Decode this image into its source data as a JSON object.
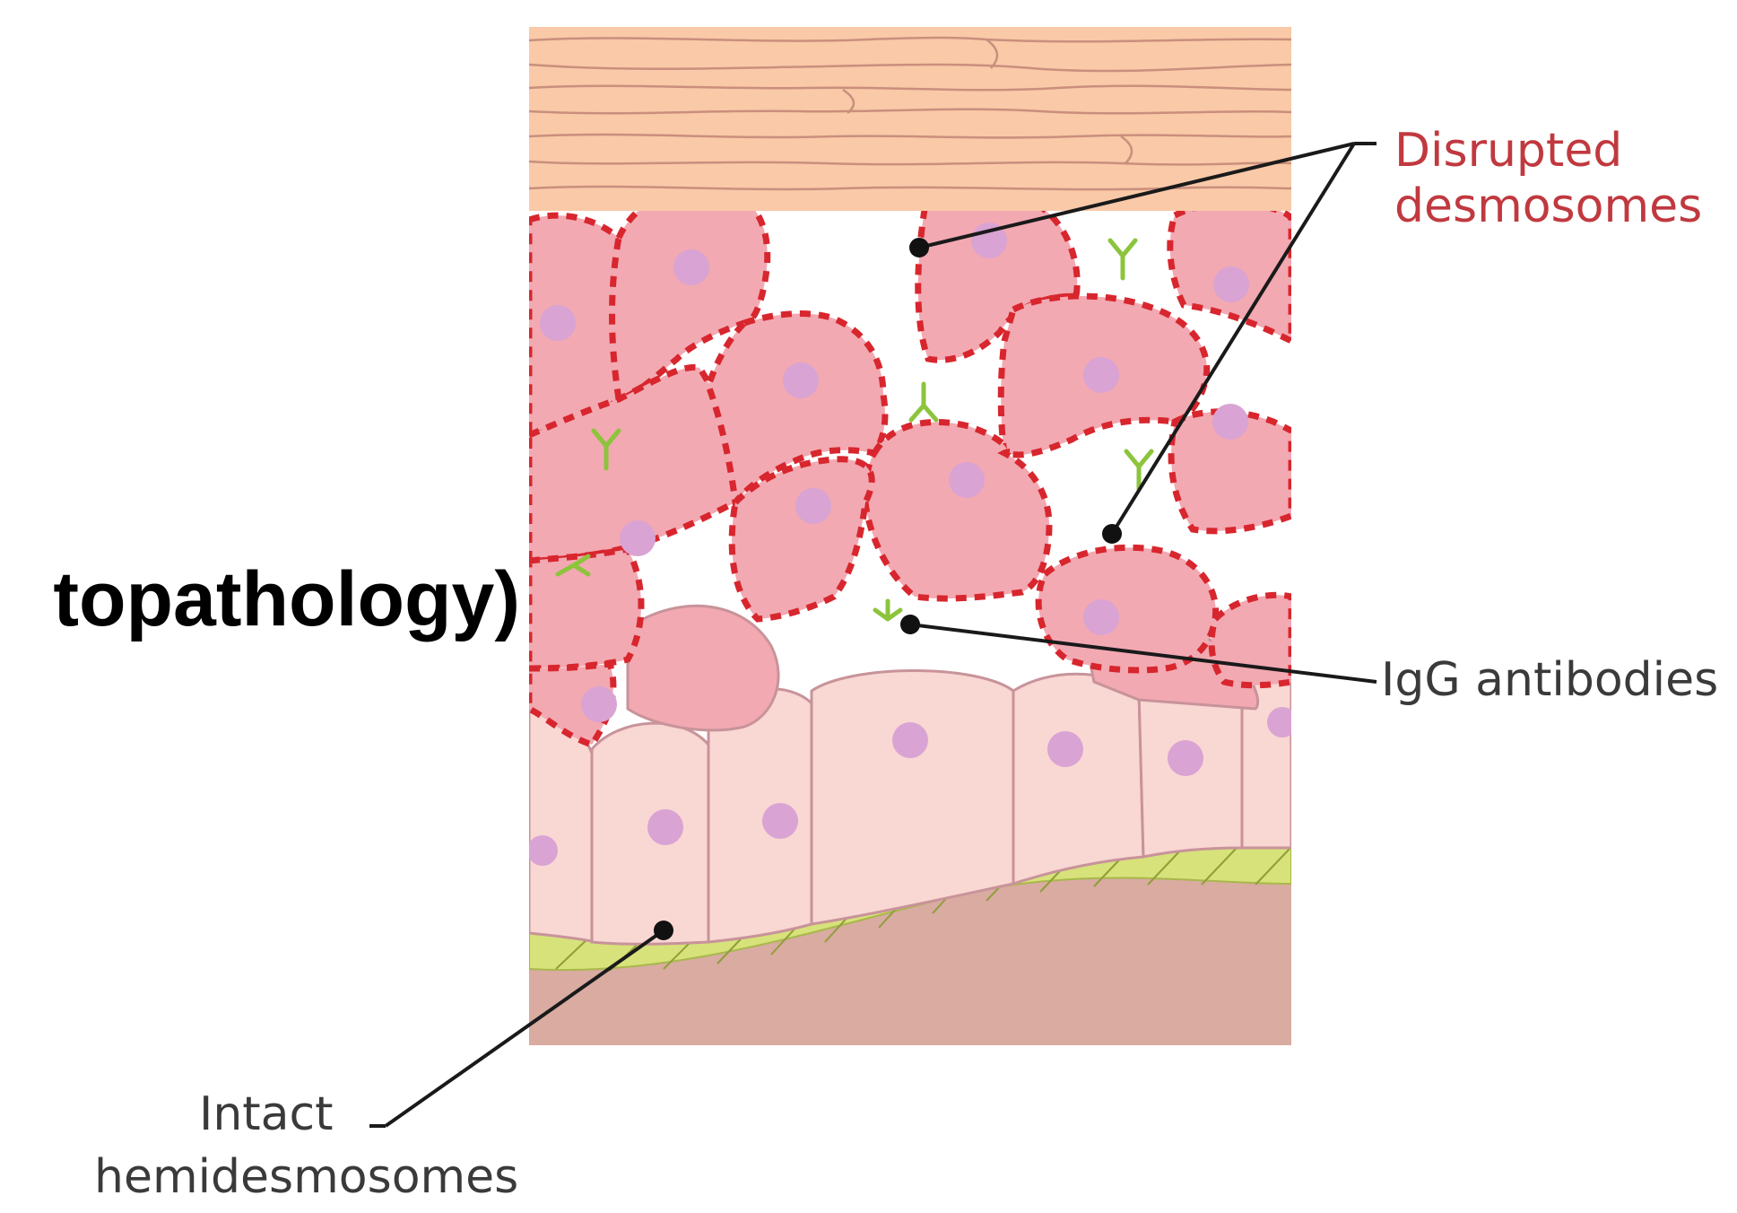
{
  "title_fragment": "topathology)",
  "labels": {
    "disrupted_line1": "Disrupted",
    "disrupted_line2": "desmosomes",
    "igg": "IgG antibodies",
    "intact_line1": "Intact",
    "intact_line2": "hemidesmosomes"
  },
  "colors": {
    "disrupted_label": "#c0393f",
    "label_text": "#3a3a3a",
    "stratum_corneum": "#f9c9a8",
    "keratinocyte": "#f2a9b2",
    "dashed_border": "#d8262e",
    "nucleus": "#d9a3d3",
    "basal_cell": "#f9d7d3",
    "basement_membrane": "#d7e27a",
    "dermis": "#d9aba1",
    "antibody": "#8cc43c"
  }
}
